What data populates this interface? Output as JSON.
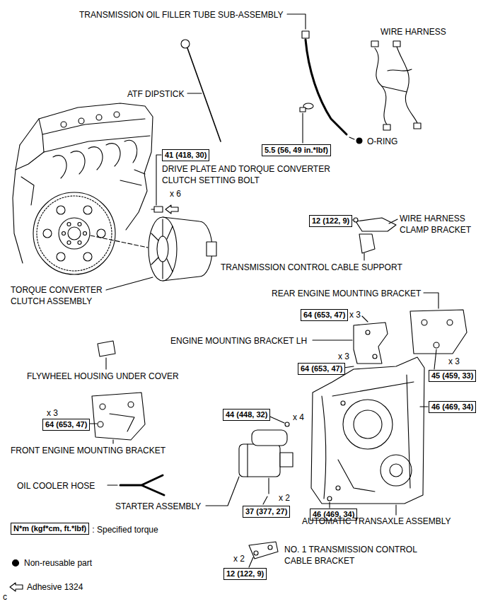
{
  "diagram": {
    "nodes": [
      {
        "text": [
          "5.5 (56, 49 in.*lbf)"
        ]
      },
      {
        "text": [
          "41 (418, 30)"
        ]
      },
      {
        "text": [
          "12 (122, 9)"
        ]
      },
      {
        "text": [
          "64 (653, 47)"
        ]
      },
      {
        "text": [
          "64 (653, 47)"
        ]
      },
      {
        "text": [
          "45 (459, 33)"
        ]
      },
      {
        "text": [
          "46 (469, 34)"
        ]
      },
      {
        "text": [
          "44 (448, 32)"
        ]
      },
      {
        "text": [
          "64 (653, 47)"
        ]
      },
      {
        "text": [
          "37 (377, 27)"
        ]
      },
      {
        "text": [
          "46 (469, 34)"
        ]
      },
      {
        "text": [
          "N*m (kgf*cm, ft.*lbf)"
        ]
      },
      {
        "text": [
          "12 (122, 9)"
        ]
      }
    ],
    "labels": [
      "TRANSMISSION OIL FILLER TUBE SUB-ASSEMBLY",
      "WIRE HARNESS",
      "ATF DIPSTICK",
      "O-RING",
      "DRIVE PLATE AND TORQUE CONVERTER CLUTCH SETTING BOLT",
      "x 6",
      "WIRE HARNESS CLAMP BRACKET",
      "TRANSMISSION CONTROL CABLE SUPPORT",
      "TORQUE CONVERTER CLUTCH ASSEMBLY",
      "REAR ENGINE MOUNTING BRACKET",
      "x 3",
      "ENGINE MOUNTING BRACKET LH",
      "x 3",
      "x 3",
      "FLYWHEEL HOUSING UNDER COVER",
      "x 3",
      "x 4",
      "FRONT ENGINE MOUNTING BRACKET",
      "OIL COOLER HOSE",
      "x 2",
      "STARTER ASSEMBLY",
      "AUTOMATIC TRANSAXLE ASSEMBLY",
      "NO. 1 TRANSMISSION CONTROL CABLE BRACKET",
      "x 2",
      "c"
    ],
    "legend": [
      {
        "text": ": Specified torque"
      },
      {
        "text": "Non-reusable part"
      },
      {
        "text": "Adhesive 1324"
      }
    ]
  }
}
